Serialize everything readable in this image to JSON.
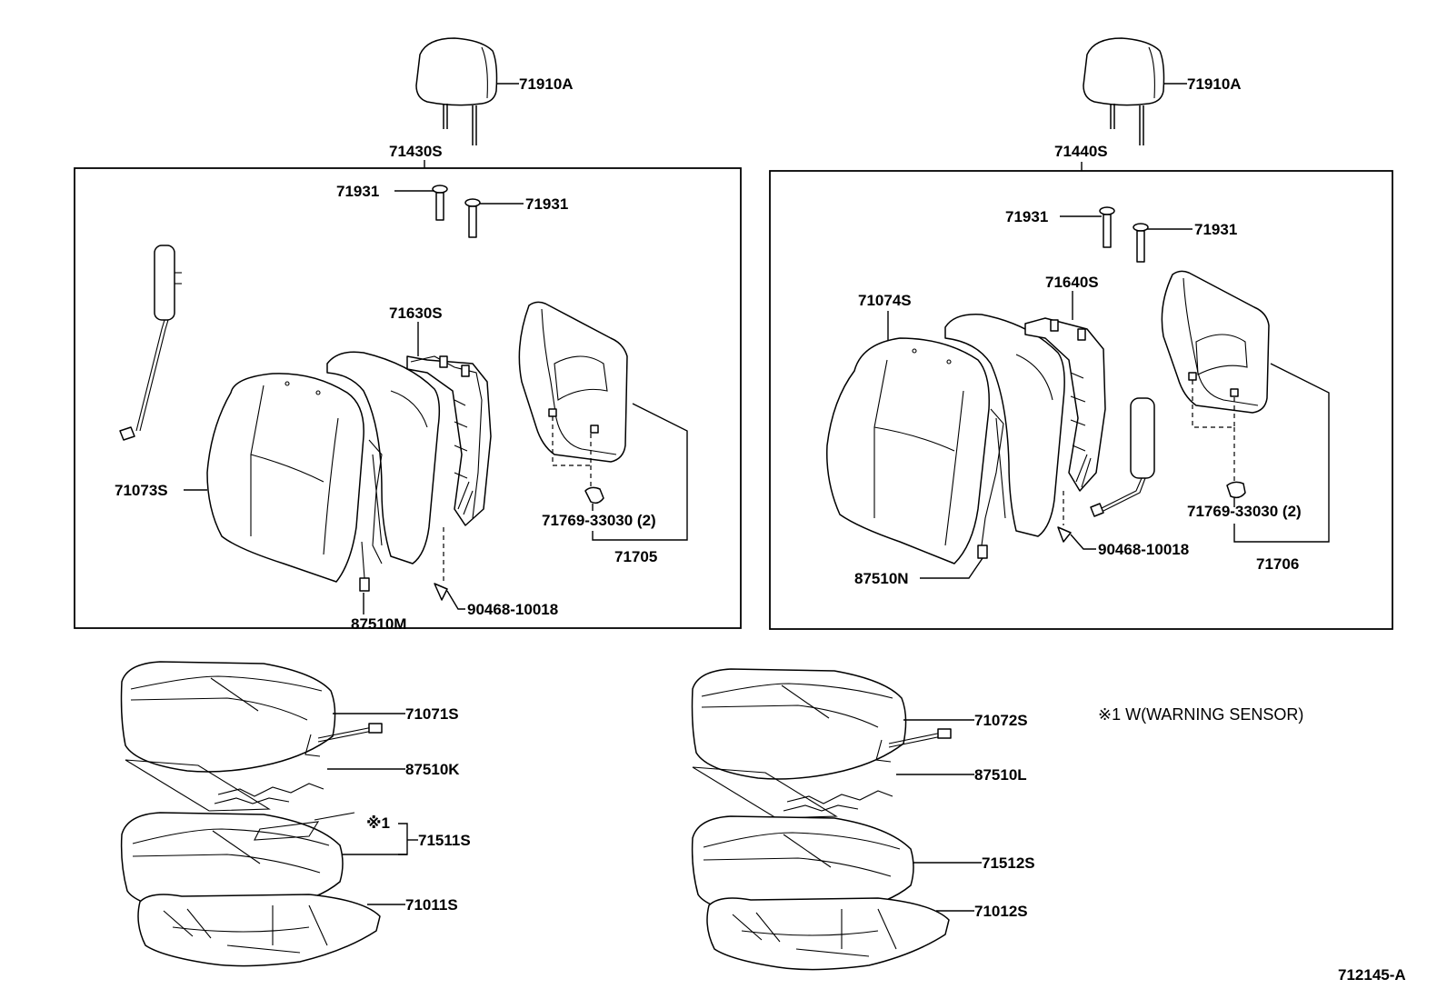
{
  "diagram": {
    "labels": {
      "headrest_left": "71910A",
      "headrest_right": "71910A",
      "back_assy_left": "71430S",
      "back_assy_right": "71440S",
      "support_l1": "71931",
      "support_l2": "71931",
      "support_r1": "71931",
      "support_r2": "71931",
      "back_frame_left": "71630S",
      "back_frame_right": "71640S",
      "back_cover_right": "71074S",
      "back_cover_left": "71073S",
      "clip_left": "71769-33030 (2)",
      "clip_right": "71769-33030 (2)",
      "back_board_left": "71705",
      "back_board_right": "71706",
      "hog_ring_left": "90468-10018",
      "hog_ring_right": "90468-10018",
      "heater_back_left": "87510M",
      "heater_back_right": "87510N",
      "cushion_cover_left": "71071S",
      "cushion_cover_right": "71072S",
      "heater_cushion_left": "87510K",
      "heater_cushion_right": "87510L",
      "note_mark": "※1",
      "cushion_pad_left": "71511S",
      "cushion_pad_right": "71512S",
      "cushion_frame_left": "71011S",
      "cushion_frame_right": "71012S",
      "drawing_code": "712145-A"
    },
    "footnote": "※1  W(WARNING SENSOR)"
  }
}
